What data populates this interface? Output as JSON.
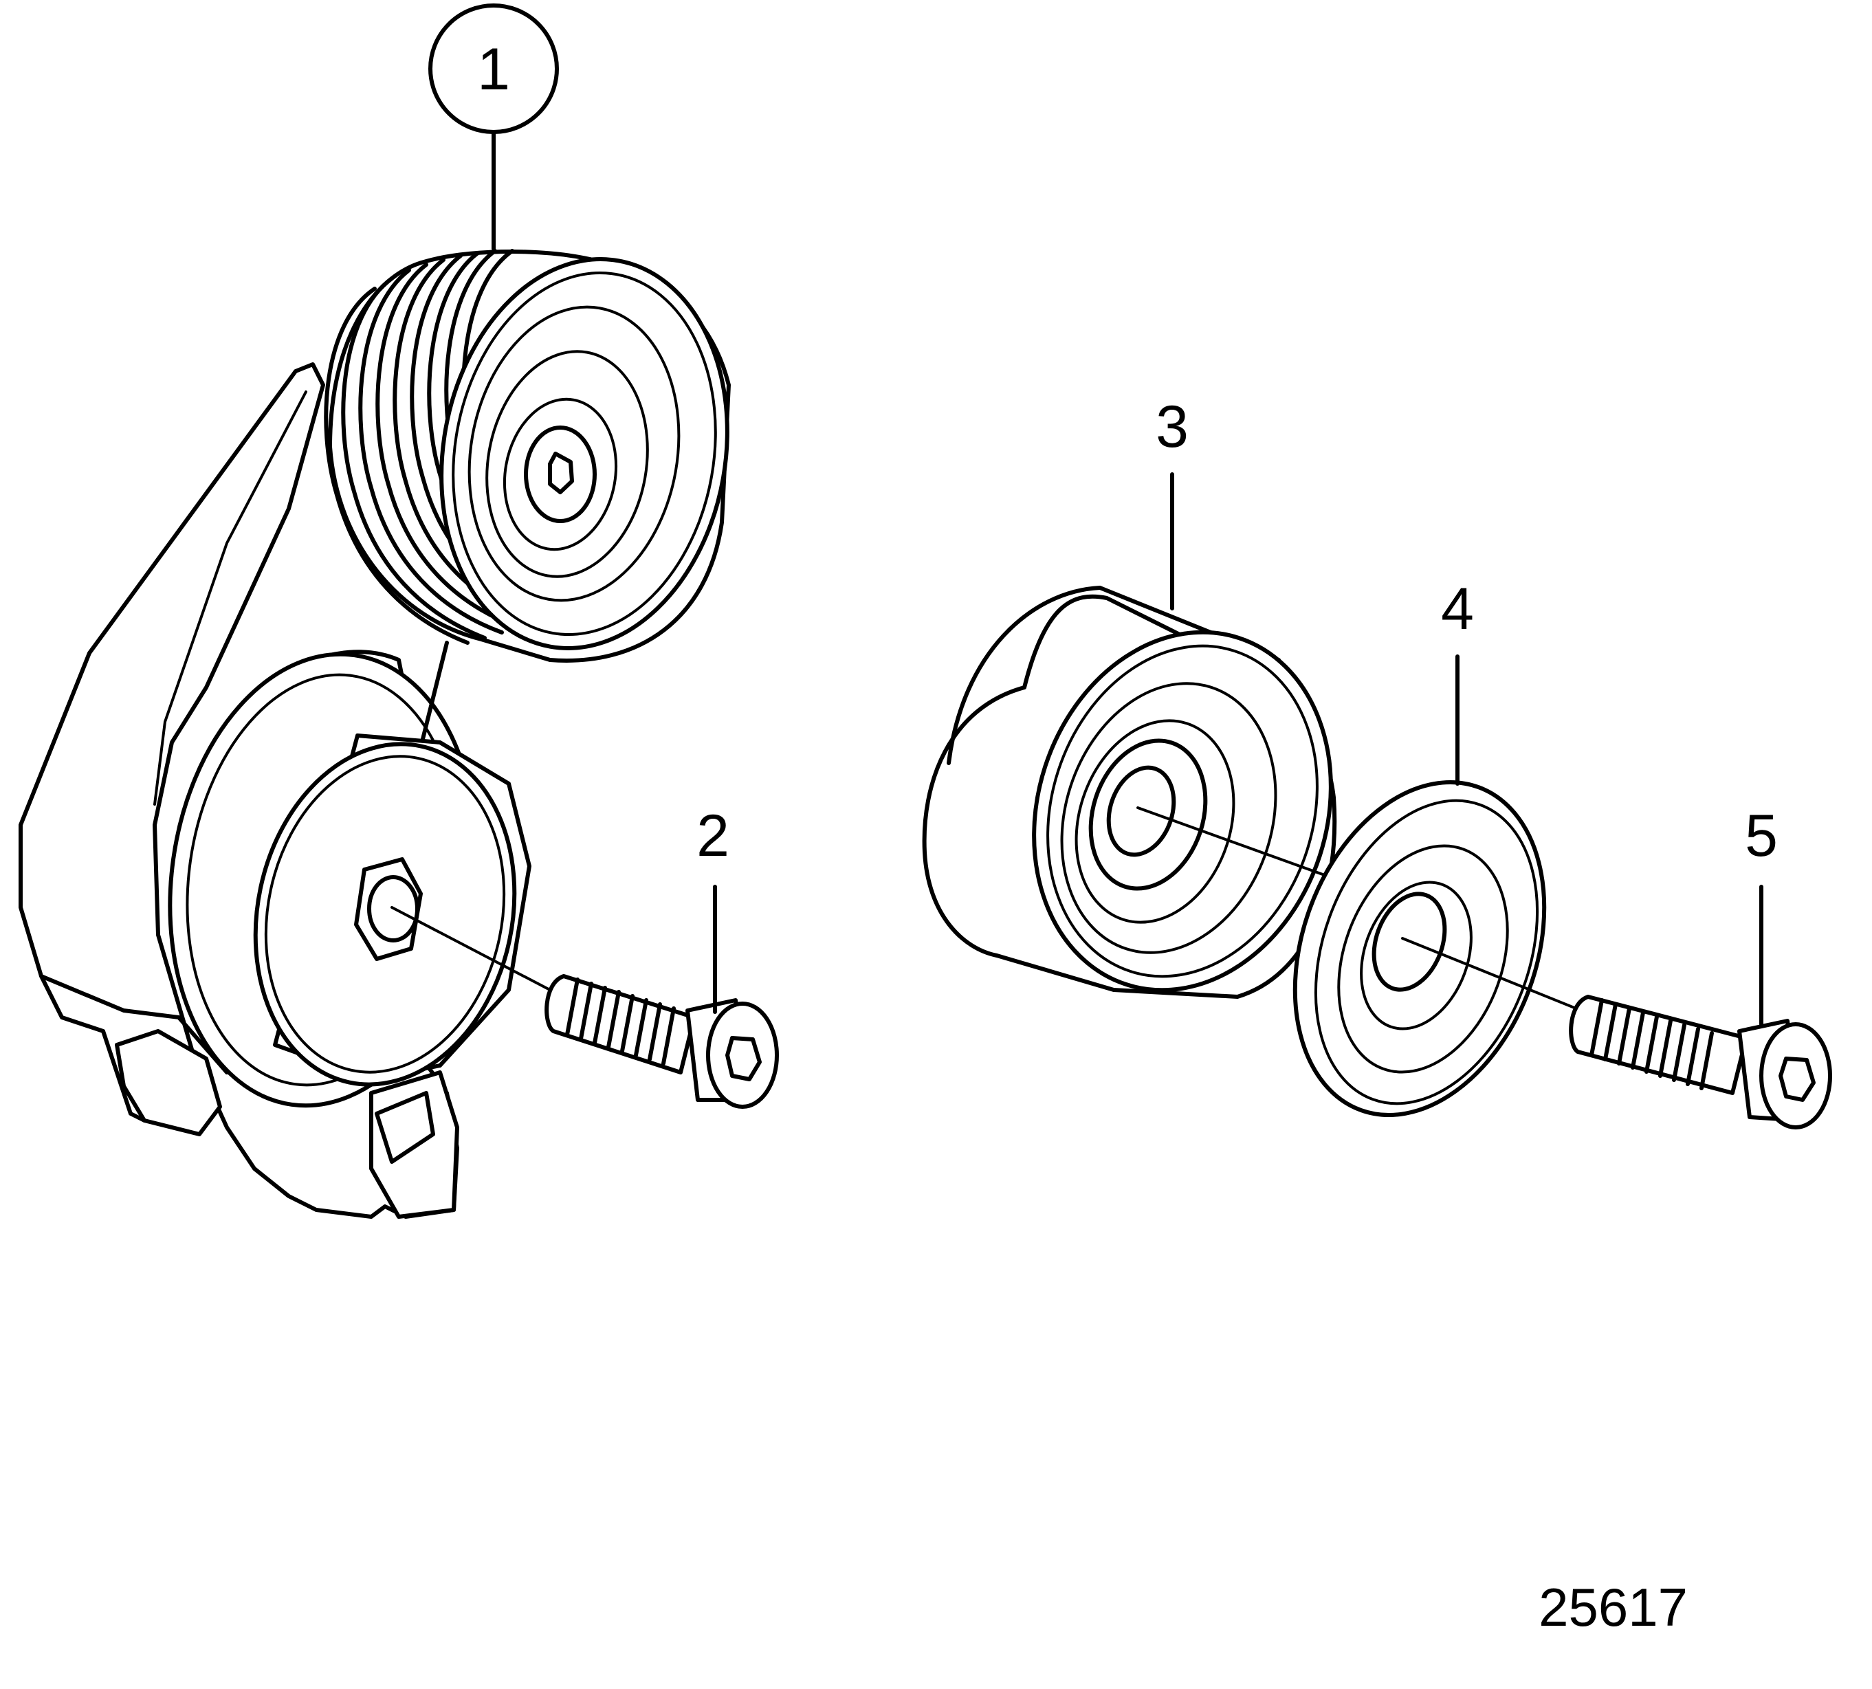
{
  "callouts": [
    {
      "id": "1",
      "label": "1",
      "circled": true
    },
    {
      "id": "2",
      "label": "2",
      "circled": false
    },
    {
      "id": "3",
      "label": "3",
      "circled": false
    },
    {
      "id": "4",
      "label": "4",
      "circled": false
    },
    {
      "id": "5",
      "label": "5",
      "circled": false
    }
  ],
  "figure_number": "25617",
  "colors": {
    "line": "#000000",
    "background": "#ffffff"
  }
}
